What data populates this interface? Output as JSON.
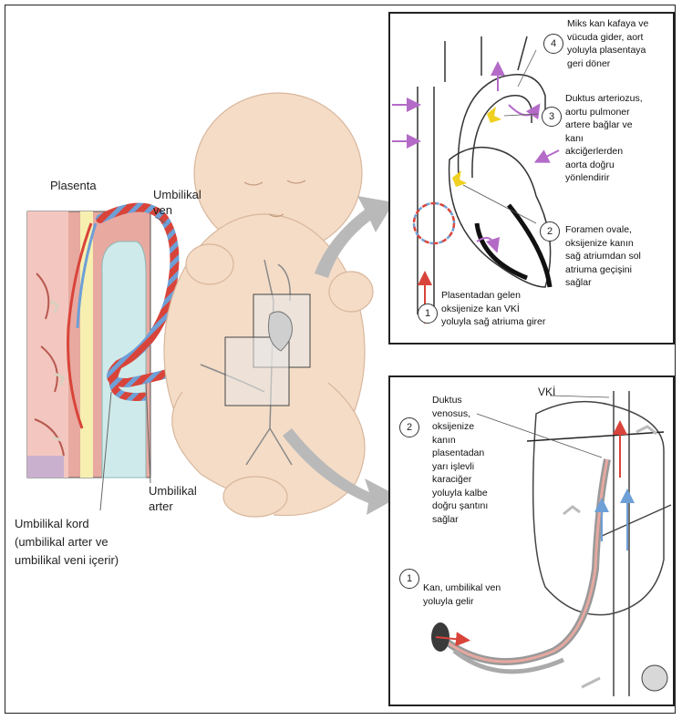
{
  "labels": {
    "plasenta": "Plasenta",
    "umbilikal_ven": "Umbilikal\nven",
    "umbilikal_arter": "Umbilikal\narter",
    "umbilikal_kord": "Umbilikal kord\n(umbilikal arter ve\numbilikal veni içerir)"
  },
  "heart_panel": {
    "step1": {
      "num": "1",
      "text": "Plasentadan gelen\noksijenize kan VKİ\nyoluyla sağ atriuma girer"
    },
    "step2": {
      "num": "2",
      "text": "Foramen ovale,\noksijenize kanın\nsağ atriumdan sol\natriuma geçişini\nsağlar"
    },
    "step3": {
      "num": "3",
      "text": "Duktus arteriozus,\naortu pulmoner\nartere bağlar ve\nkanı\nakciğerlerden\naorta doğru\nyönlendirir"
    },
    "step4": {
      "num": "4",
      "text": "Miks kan kafaya ve\nvücuda gider, aort\nyoluyla plasentaya\ngeri döner"
    }
  },
  "liver_panel": {
    "vki": "VKİ",
    "step1": {
      "num": "1",
      "text": "Kan, umbilikal ven\nyoluyla gelir"
    },
    "step2": {
      "num": "2",
      "text": "Duktus\nvenosus,\noksijenize\nkanın\nplasentadan\nyarı işlevli\nkaraciğer\nyoluyla kalbe\ndoğru şantını\nsağlar"
    }
  },
  "colors": {
    "artery": "#d9443a",
    "vein": "#6e9fd6",
    "skin": "#f5dcc6",
    "placenta": "#e8a9a0",
    "amnion": "#cfeaea",
    "arrow": "#b9b9b9",
    "flow_purple": "#b46bc8",
    "valve_yellow": "#f0d020"
  }
}
